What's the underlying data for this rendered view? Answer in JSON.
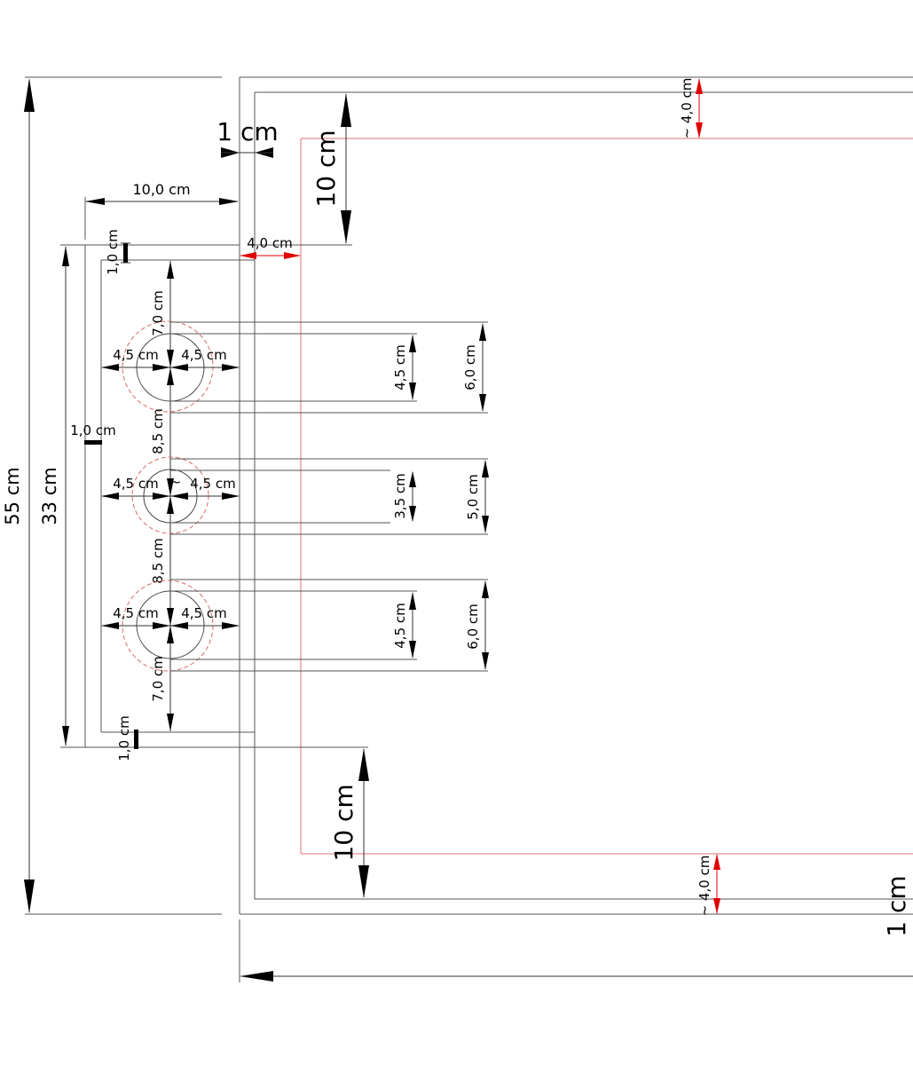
{
  "diagram": {
    "title": "",
    "colors": {
      "line": "#555555",
      "accent_red": "#e00000",
      "outline_red": "#e07070"
    },
    "labels": {
      "overall_height": "55 cm",
      "panel_height": "33 cm",
      "panel_width": "10,0 cm",
      "frame_gap_top": "1 cm",
      "frame_gap_bottom": "1 cm",
      "inset_top": "10 cm",
      "inset_bottom": "10 cm",
      "red_offset_left": "4,0 cm",
      "red_offset_top": "~ 4,0 cm",
      "red_offset_bottom": "~ 4,0 cm",
      "panel_margin_top": "1,0 cm",
      "panel_margin_side": "1,0 cm",
      "panel_margin_bottom": "1,0 cm"
    },
    "holes": [
      {
        "id": "top",
        "top_label": "7,0 cm",
        "left_label": "4,5 cm",
        "right_label": "4,5 cm",
        "inner_diameter_label": "4,5 cm",
        "outer_diameter_label": "6,0 cm",
        "approx_marker": ""
      },
      {
        "id": "middle",
        "top_label": "8,5 cm",
        "left_label": "4,5 cm",
        "right_label": "4,5 cm",
        "inner_diameter_label": "3,5 cm",
        "outer_diameter_label": "5,0 cm",
        "approx_marker": "~"
      },
      {
        "id": "bottom",
        "top_label": "8,5 cm",
        "bottom_label": "7,0 cm",
        "left_label": "4,5 cm",
        "right_label": "4,5 cm",
        "inner_diameter_label": "4,5 cm",
        "outer_diameter_label": "6,0 cm",
        "approx_marker": ""
      }
    ]
  }
}
